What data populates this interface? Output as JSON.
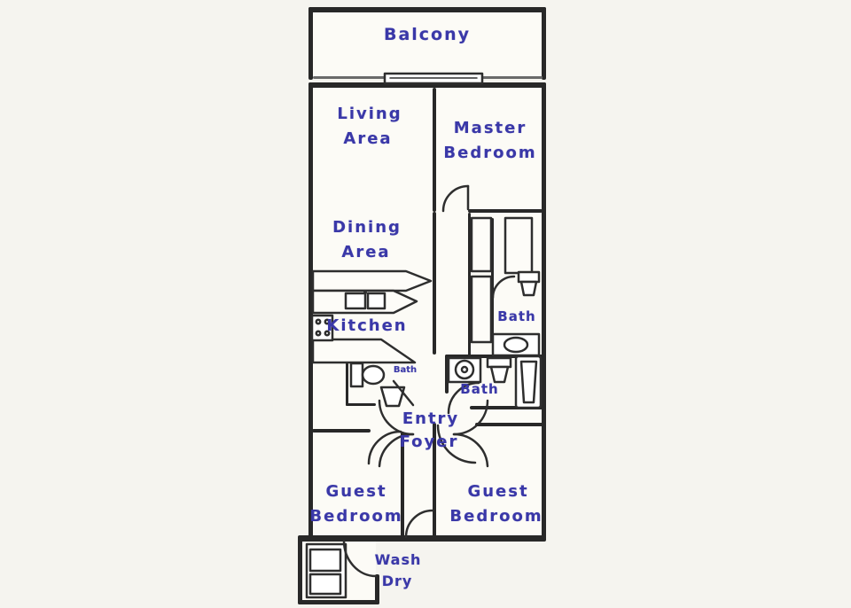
{
  "diagram_type": "residential-floor-plan",
  "colors": {
    "wall": "#282828",
    "label_text": "#3a38a8",
    "paper": "#f5f4ef",
    "floor": "#fcfbf6"
  },
  "rooms": {
    "balcony": {
      "label": "Balcony"
    },
    "living_area": {
      "line1": "Living",
      "line2": "Area"
    },
    "master_bedroom": {
      "line1": "Master",
      "line2": "Bedroom"
    },
    "dining_area": {
      "line1": "Dining",
      "line2": "Area"
    },
    "kitchen": {
      "label": "Kitchen"
    },
    "master_bath": {
      "label": "Bath"
    },
    "guest_bath": {
      "label": "Bath"
    },
    "half_bath": {
      "label": "Bath"
    },
    "entry_foyer": {
      "line1": "Entry",
      "line2": "Foyer"
    },
    "guest_bedroom_left": {
      "line1": "Guest",
      "line2": "Bedroom"
    },
    "guest_bedroom_right": {
      "line1": "Guest",
      "line2": "Bedroom"
    },
    "laundry": {
      "line1": "Wash",
      "line2": "Dry"
    }
  },
  "fixtures": [
    "kitchen-sink",
    "range",
    "kitchen-counter",
    "toilet",
    "vanity-sink",
    "bathtub",
    "closet",
    "washer",
    "dryer",
    "sliding-glass-door",
    "door-swing"
  ]
}
